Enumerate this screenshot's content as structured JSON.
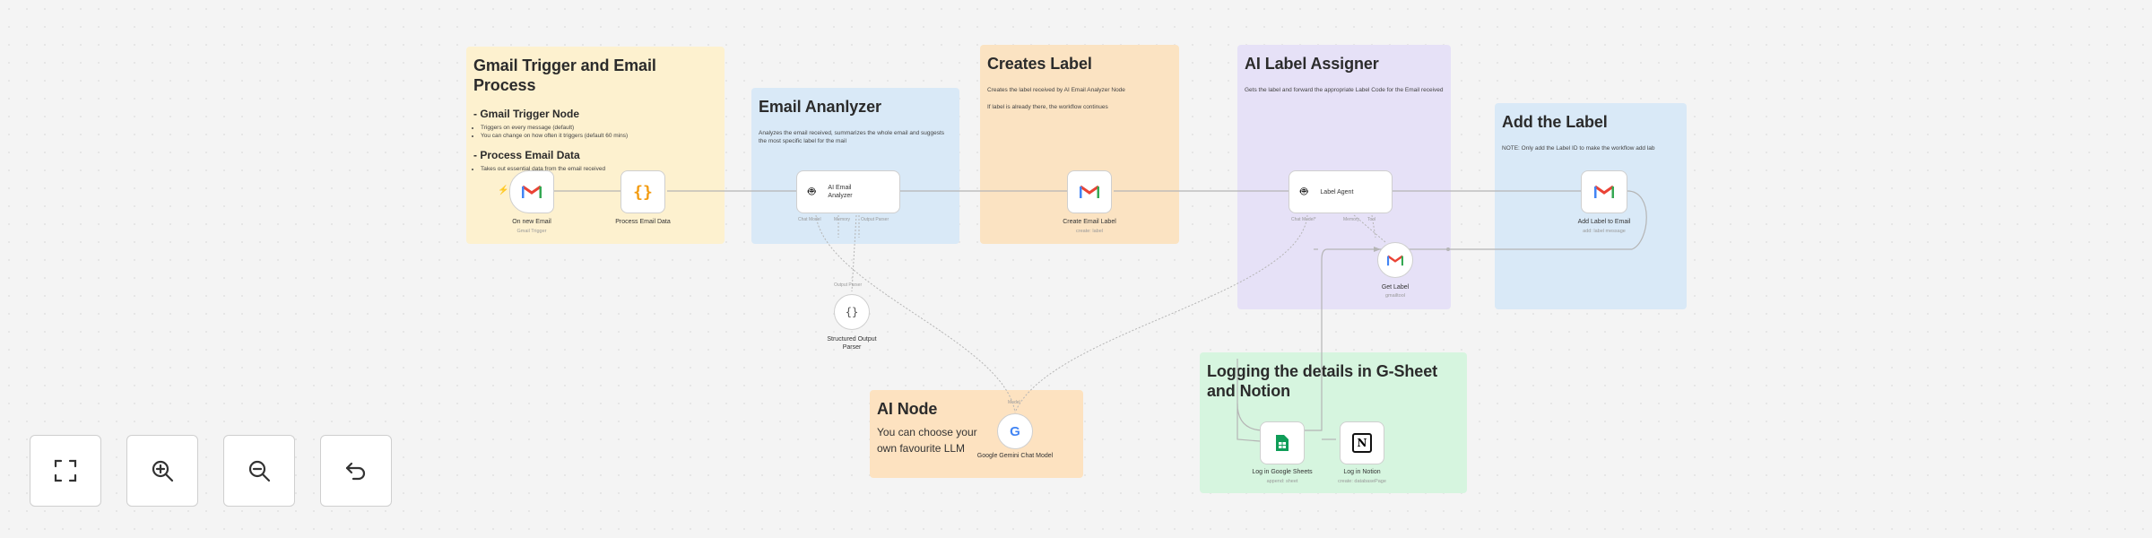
{
  "canvas": {
    "notes": {
      "gmail": {
        "title": "Gmail Trigger and Email Process",
        "section1": "- Gmail Trigger Node",
        "s1_items": [
          "Triggers on every message (default)",
          "You can change on how often it triggers (default 60 mins)"
        ],
        "section2": "- Process Email Data",
        "s2_items": [
          "Takes out essential data from the email received"
        ]
      },
      "analyzer": {
        "title": "Email Ananlyzer",
        "text": "Analyzes the email received, summarizes the whole email and suggests the most specific label for the mail"
      },
      "creates": {
        "title": "Creates Label",
        "text1": "Creates the label received by AI Email Analyzer Node",
        "text2": "If label is already there, the workflow continues"
      },
      "assigner": {
        "title": "AI Label Assigner",
        "text": "Gets the label and forward the appropriate Label Code for the Email received"
      },
      "addlabel": {
        "title": "Add the Label",
        "text": "NOTE: Only add the Label ID to make the workflow add lab"
      },
      "ainode": {
        "title": "AI Node",
        "text": "You can choose your own favourite LLM"
      },
      "logging": {
        "title": "Logging the details in G-Sheet and Notion"
      }
    },
    "nodes": {
      "on_new_email": {
        "label": "On new Email",
        "sub": "Gmail Trigger"
      },
      "process_email": {
        "label": "Process Email Data"
      },
      "ai_analyzer": {
        "inner": "AI Email Analyzer",
        "ports": [
          "Chat Model",
          "Memory",
          "Output Parser"
        ]
      },
      "create_label": {
        "label": "Create Email Label",
        "sub": "create: label"
      },
      "label_agent": {
        "inner": "Label Agent",
        "ports": [
          "Chat Model*",
          "Memory",
          "Tool"
        ]
      },
      "add_label": {
        "label": "Add Label to Email",
        "sub": "add: label message"
      },
      "get_label": {
        "label": "Get Label",
        "sub": "gmailtool"
      },
      "output_parser": {
        "label": "Structured Output Parser",
        "port": "Output Parser"
      },
      "gemini": {
        "label": "Google Gemini Chat Model",
        "port": "Model"
      },
      "sheets": {
        "label": "Log in Google Sheets",
        "sub": "append: sheet"
      },
      "notion": {
        "label": "Log in Notion",
        "sub": "create: databasePage"
      }
    },
    "colors": {
      "yellow": "#fdf1cf",
      "blue": "#d9e9f7",
      "orange": "#fbe3c2",
      "purple": "#e6e1f7",
      "green": "#d6f5df",
      "peach": "#fde2c0",
      "wire": "#b5b5b5",
      "gmail_red": "#ea4335"
    }
  },
  "controls": {
    "fit": "fit-view-icon",
    "zoom_in": "zoom-in-icon",
    "zoom_out": "zoom-out-icon",
    "reset": "undo-icon"
  }
}
